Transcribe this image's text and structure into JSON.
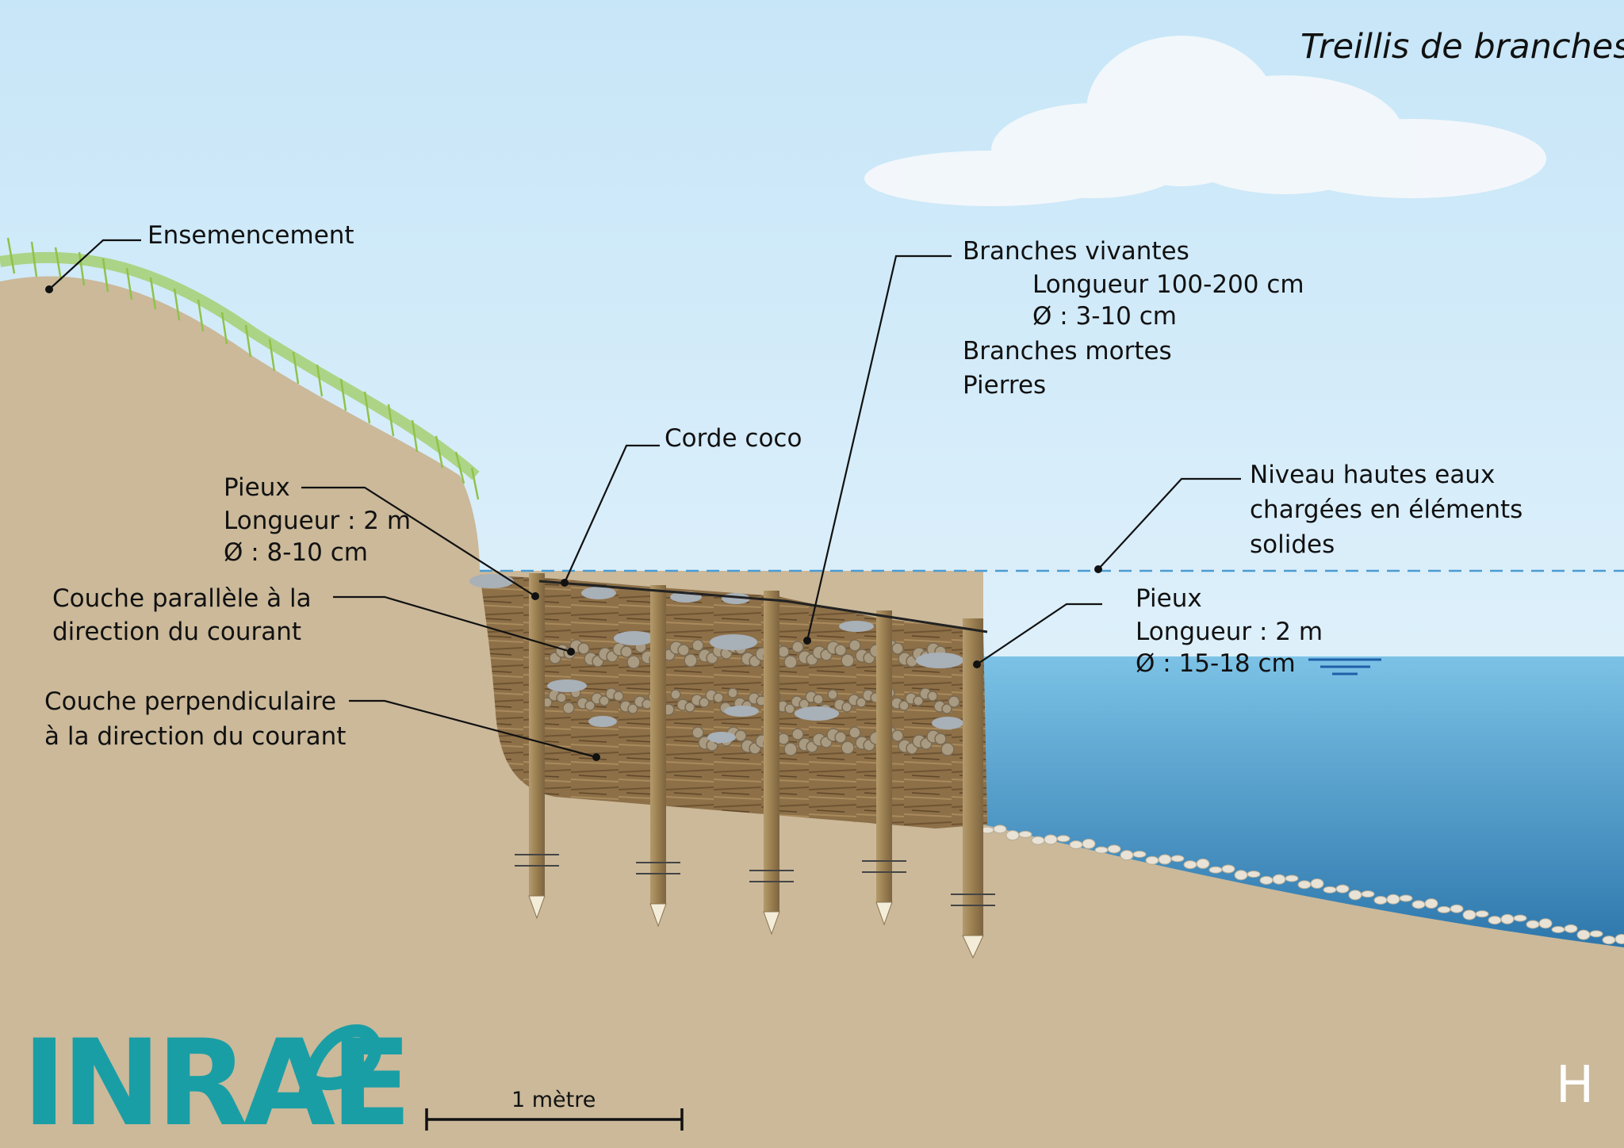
{
  "title": "Treillis de branches",
  "labels": {
    "seeding": "Ensemencement",
    "branches_live": "Branches vivantes",
    "branches_length": "Longueur 100-200 cm",
    "branches_diameter": "Ø : 3-10 cm",
    "branches_dead": "Branches mortes",
    "stones": "Pierres",
    "rope": "Corde coco",
    "high_water_1": "Niveau hautes eaux",
    "high_water_2": "chargées en éléments",
    "high_water_3": "solides",
    "stakes_left_title": "Pieux",
    "stakes_left_length": "Longueur : 2 m",
    "stakes_left_diameter": "Ø : 8-10 cm",
    "stakes_right_title": "Pieux",
    "stakes_right_length": "Longueur : 2 m",
    "stakes_right_diameter": "Ø : 15-18 cm",
    "parallel_layer_1": "Couche parallèle à la",
    "parallel_layer_2": "direction du courant",
    "perp_layer_1": "Couche perpendiculaire",
    "perp_layer_2": "à la direction du courant"
  },
  "scale_bar": {
    "label": "1 mètre"
  },
  "logo": {
    "text": "INRAE",
    "color": "#1a9ea5"
  },
  "panel_letter": "H",
  "colors": {
    "sky_top": "#cfe8f7",
    "soil": "#cbb99a",
    "grass": "#8fc24a",
    "water_top": "#6fb9df",
    "water_bottom": "#2b78ae",
    "stakes": "#9d8256",
    "branches": "#8a6d42",
    "dashed_water_line": "#4a9bd1"
  }
}
